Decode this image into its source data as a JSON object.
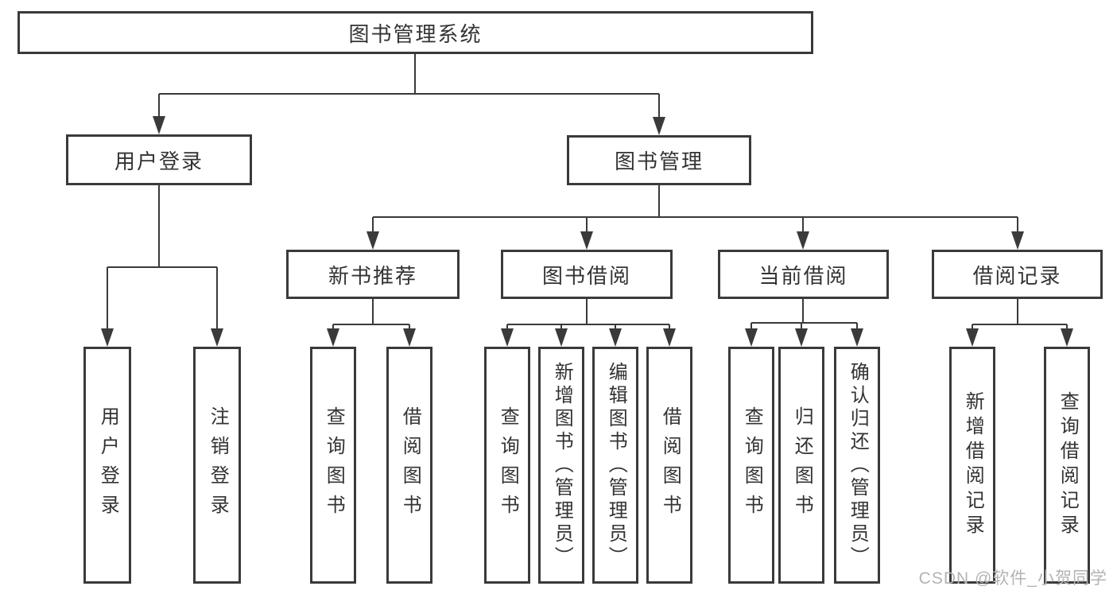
{
  "diagram": {
    "root": {
      "label": "图书管理系统",
      "children": [
        {
          "label": "用户登录",
          "children": [
            {
              "label": "用户登录"
            },
            {
              "label": "注销登录"
            }
          ]
        },
        {
          "label": "图书管理",
          "children": [
            {
              "label": "新书推荐",
              "children": [
                {
                  "label": "查询图书"
                },
                {
                  "label": "借阅图书"
                }
              ]
            },
            {
              "label": "图书借阅",
              "children": [
                {
                  "label": "查询图书"
                },
                {
                  "label": "新增图书（管理员）"
                },
                {
                  "label": "编辑图书（管理员）"
                },
                {
                  "label": "借阅图书"
                }
              ]
            },
            {
              "label": "当前借阅",
              "children": [
                {
                  "label": "查询图书"
                },
                {
                  "label": "归还图书"
                },
                {
                  "label": "确认归还（管理员）"
                }
              ]
            },
            {
              "label": "借阅记录",
              "children": [
                {
                  "label": "新增借阅记录"
                },
                {
                  "label": "查询借阅记录"
                }
              ]
            }
          ]
        }
      ]
    }
  },
  "watermark": {
    "text": "CSDN @软件_小贺同学"
  },
  "colors": {
    "line": "#3a3a3a",
    "text": "#333333",
    "box_fill": "#ffffff",
    "watermark": "#b3b3b3"
  }
}
